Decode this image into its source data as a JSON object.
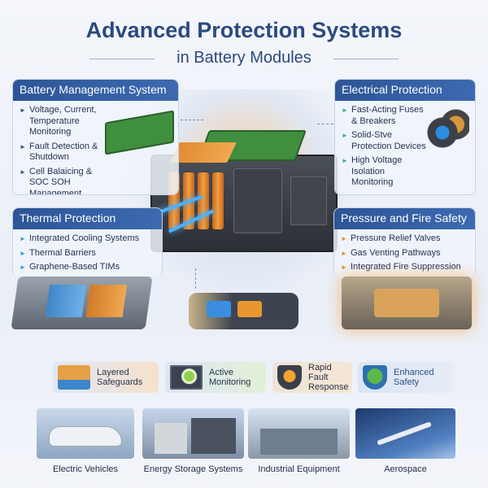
{
  "title": "Advanced Protection Systems",
  "subtitle": "in Battery Modules",
  "panels": {
    "bms": {
      "title": "Battery Management System",
      "items": [
        "Voltage, Current, Temperature Monitoring",
        "Fault Detection & Shutdown",
        "Cell Balaicing & SOC SOH Management"
      ]
    },
    "electrical": {
      "title": "Electrical Protection",
      "items": [
        "Fast-Acting Fuses & Breakers",
        "Solid-Stve Protection Devices",
        "High Voltage Isolation Monitoring"
      ]
    },
    "thermal": {
      "title": "Thermal Protection",
      "items": [
        "Integrated Cooling Systems",
        "Thermal Barriers",
        "Graphene-Based TIMs"
      ]
    },
    "pressure": {
      "title": "Pressure and Fire Safety",
      "items": [
        "Pressure Relief Valves",
        "Gas Venting Pathways",
        "Integrated Fire Suppression"
      ]
    }
  },
  "badges": [
    {
      "label": "Layered Safeguards",
      "icon": "layers-icon"
    },
    {
      "label": "Active Monitoring",
      "icon": "monitor-icon"
    },
    {
      "label": "Rapid Fault Response",
      "icon": "shield-check-icon"
    },
    {
      "label": "Enhanced Safety",
      "icon": "shield-check-green-icon"
    }
  ],
  "applications": [
    {
      "label": "Electric Vehicles"
    },
    {
      "label": "Energy Storage Systems"
    },
    {
      "label": "Industrial Equipment"
    },
    {
      "label": "Aerospace"
    }
  ],
  "colors": {
    "header": "#2d5597",
    "title": "#2b4a80",
    "cell": "#e38a2e",
    "cooling": "#3aa0ff"
  }
}
